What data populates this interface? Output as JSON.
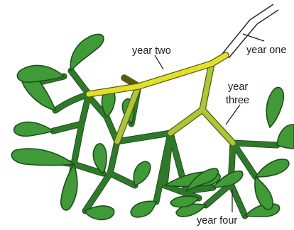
{
  "diagram": {
    "labels": {
      "year_one": "year one",
      "year_two": "year two",
      "year_three_line1": "year",
      "year_three_line2": "three",
      "year_four": "year four"
    },
    "colors": {
      "year_one_stem": "#ffffff",
      "year_two_stem": "#e3e02a",
      "year_three_stem": "#a8c838",
      "young_stem": "#2f7a2a",
      "leaf": "#3f9a37"
    }
  }
}
